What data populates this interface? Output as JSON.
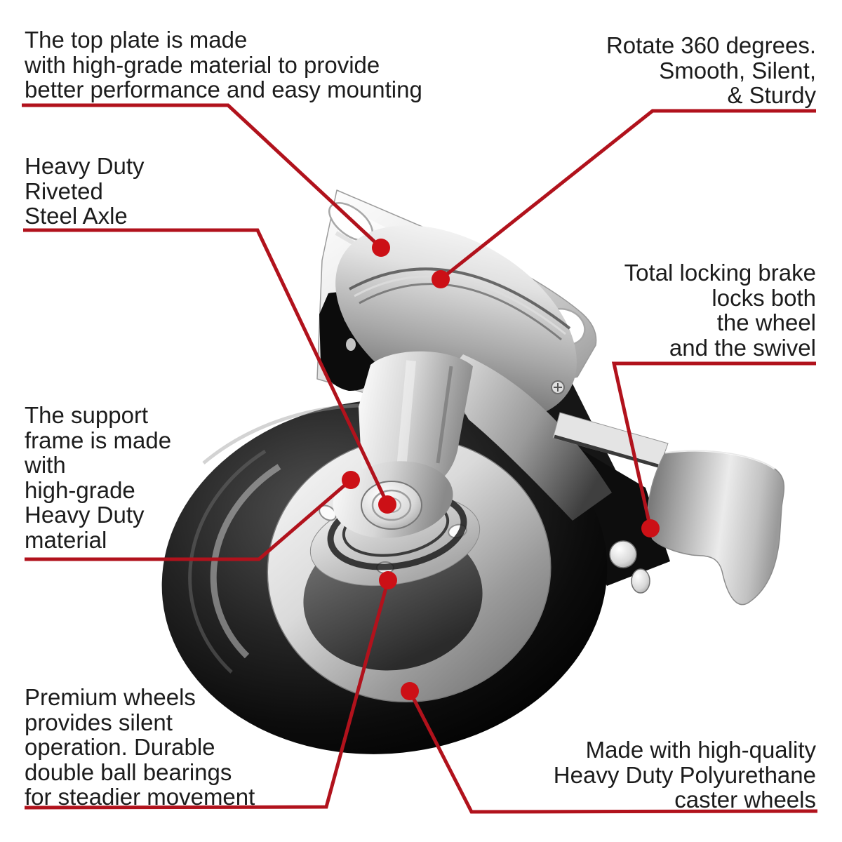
{
  "background": "#ffffff",
  "colors": {
    "callout_line": "#b1121c",
    "callout_dot": "#cc1016",
    "text": "#1c1c1c"
  },
  "subject": "swivel top-plate caster with polyurethane wheel and total-lock brake",
  "annotations": [
    {
      "id": "top-plate",
      "text": "The top plate is made\nwith high-grade material to provide\nbetter performance and easy mounting",
      "align": "left",
      "target": "mounting top plate"
    },
    {
      "id": "rotate",
      "text": "Rotate 360 degrees.\nSmooth, Silent,\n& Sturdy",
      "align": "right",
      "target": "swivel bearing race"
    },
    {
      "id": "axle",
      "text": "Heavy Duty\nRiveted\nSteel Axle",
      "align": "left",
      "target": "riveted axle bolt"
    },
    {
      "id": "brake",
      "text": "Total locking brake\nlocks both\nthe wheel\nand the swivel",
      "align": "right",
      "target": "brake pedal"
    },
    {
      "id": "support-frame",
      "text": "The support\nframe is made\nwith\nhigh-grade\nHeavy Duty\nmaterial",
      "align": "left",
      "target": "support frame fork"
    },
    {
      "id": "premium-wheels",
      "text": "Premium wheels\nprovides silent\noperation. Durable\ndouble ball bearings\nfor steadier movement",
      "align": "left",
      "target": "wheel hub ball bearings"
    },
    {
      "id": "polyurethane",
      "text": "Made with high-quality\nHeavy Duty Polyurethane\ncaster wheels",
      "align": "right",
      "target": "polyurethane tire"
    }
  ]
}
